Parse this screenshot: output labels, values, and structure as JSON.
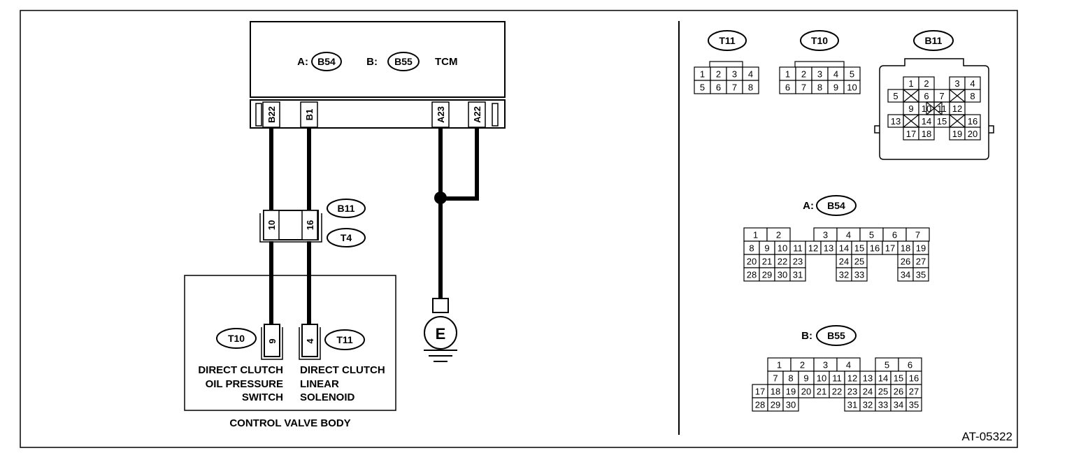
{
  "tcm": {
    "a_prefix": "A:",
    "a_connector": "B54",
    "b_prefix": "B:",
    "b_connector": "B55",
    "label": "TCM",
    "pins": [
      "B22",
      "B1",
      "A23",
      "A22"
    ]
  },
  "junction": {
    "connector_top": "B11",
    "connector_bottom": "T4",
    "pins": [
      "10",
      "16"
    ]
  },
  "control_valve_body": {
    "label": "CONTROL VALVE BODY",
    "switch": {
      "connector": "T10",
      "pin": "9",
      "label_lines": [
        "DIRECT CLUTCH",
        "OIL PRESSURE",
        "SWITCH"
      ]
    },
    "solenoid": {
      "connector": "T11",
      "pin": "4",
      "label_lines": [
        "DIRECT CLUTCH",
        "LINEAR",
        "SOLENOID"
      ]
    }
  },
  "ground": {
    "label": "E"
  },
  "connector_views": {
    "t11": {
      "name": "T11",
      "rows": [
        [
          "1",
          "2",
          "3",
          "4"
        ],
        [
          "5",
          "6",
          "7",
          "8"
        ]
      ]
    },
    "t10": {
      "name": "T10",
      "rows": [
        [
          "1",
          "2",
          "3",
          "4",
          "5"
        ],
        [
          "6",
          "7",
          "8",
          "9",
          "10"
        ]
      ]
    },
    "b11": {
      "name": "B11",
      "rows": [
        [
          "1",
          "2",
          "3",
          "4"
        ],
        [
          "5",
          "6",
          "7",
          "8"
        ],
        [
          "9",
          "10",
          "11",
          "12"
        ],
        [
          "13",
          "14",
          "15",
          "16"
        ],
        [
          "17",
          "18",
          "19",
          "20"
        ]
      ]
    },
    "b54": {
      "prefix": "A:",
      "name": "B54",
      "rows": [
        [
          "1",
          "2",
          "3",
          "4",
          "5",
          "6",
          "7"
        ],
        [
          "8",
          "9",
          "10",
          "11",
          "12",
          "13",
          "14",
          "15",
          "16",
          "17",
          "18",
          "19"
        ],
        [
          "20",
          "21",
          "22",
          "23",
          "24",
          "25",
          "26",
          "27"
        ],
        [
          "28",
          "29",
          "30",
          "31",
          "32",
          "33",
          "34",
          "35"
        ]
      ]
    },
    "b55": {
      "prefix": "B:",
      "name": "B55",
      "rows": [
        [
          "1",
          "2",
          "3",
          "4",
          "5",
          "6"
        ],
        [
          "7",
          "8",
          "9",
          "10",
          "11",
          "12",
          "13",
          "14",
          "15",
          "16"
        ],
        [
          "17",
          "18",
          "19",
          "20",
          "21",
          "22",
          "23",
          "24",
          "25",
          "26",
          "27"
        ],
        [
          "28",
          "29",
          "30",
          "31",
          "32",
          "33",
          "34",
          "35"
        ]
      ]
    }
  },
  "figure_code": "AT-05322"
}
